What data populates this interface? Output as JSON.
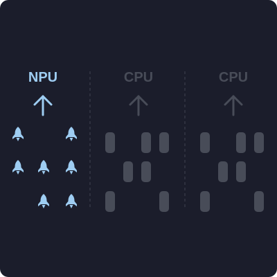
{
  "columns": [
    {
      "label": "NPU",
      "kind": "rocket"
    },
    {
      "label": "CPU",
      "kind": "car"
    },
    {
      "label": "CPU",
      "kind": "car"
    }
  ],
  "colors": {
    "background": "#1b1d2b",
    "accent": "#9ecdf2",
    "muted": "#484c58",
    "divider": "#3a3e4c"
  },
  "icons": {
    "arrow": "arrow-up-icon",
    "rocket": "rocket-icon",
    "car": "car-icon"
  }
}
